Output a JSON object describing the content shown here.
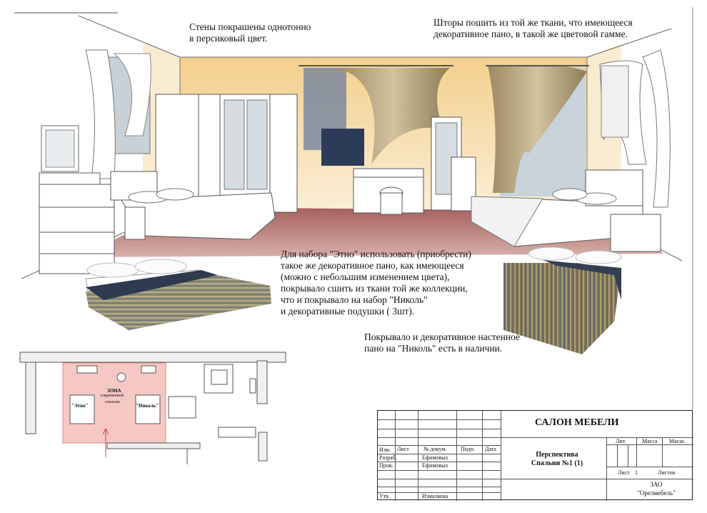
{
  "notes": {
    "walls": "Стены покрашены однотонно\nв персиковый цвет.",
    "curtains": "Шторы пошить из той же ткани, что имеющееся\nдекоративное пано, в такой же цветовой гамме.",
    "etno": "Для набора \"Этно\" использовать (приобрести)\nтакое же декоративное пано, как имеющееся\n(можно с небольшим изменением цвета),\nпокрывало сшить из ткани той же коллекции,\nчто и покрывало на набор \"Николь\"\nи декоративные подушки ( 3шт).",
    "nicol": "Покрывало и декоративное настенное\nпано на \"Николь\" есть в наличии."
  },
  "plan": {
    "zone": "ЗОНА",
    "zone_sub1": "современной",
    "zone_sub2": "спальни",
    "etno_label": "\"Этно\"",
    "nicol_label": "\"Николь\""
  },
  "title_block": {
    "company_title": "САЛОН МЕБЕЛИ",
    "col_izm": "Изм.",
    "col_list": "Лист",
    "col_doc": "№ докум.",
    "col_sign": "Подп.",
    "col_date": "Дата",
    "row_razrab": "Разраб.",
    "razrab_name": "Ефимовых",
    "row_prov": "Пров.",
    "prov_name": "Ефимовых",
    "row_utv": "Утв.",
    "utv_name": "Измалкова",
    "sheet_title": "Перспектива\nСпальни №1 (1)",
    "lit": "Лит.",
    "massa": "Масса",
    "masshtab": "Масш.",
    "list_label": "Лист",
    "list_num": "1",
    "listov": "Листов",
    "org": "ЗАО\n\"Орелмебель\""
  },
  "colors": {
    "wall_peach": "#f6d9a0",
    "floor": "#9c5a58",
    "plan_zone": "#f6c8c4",
    "bedspread": "#8a8266",
    "curtain": "#b8a47c"
  }
}
